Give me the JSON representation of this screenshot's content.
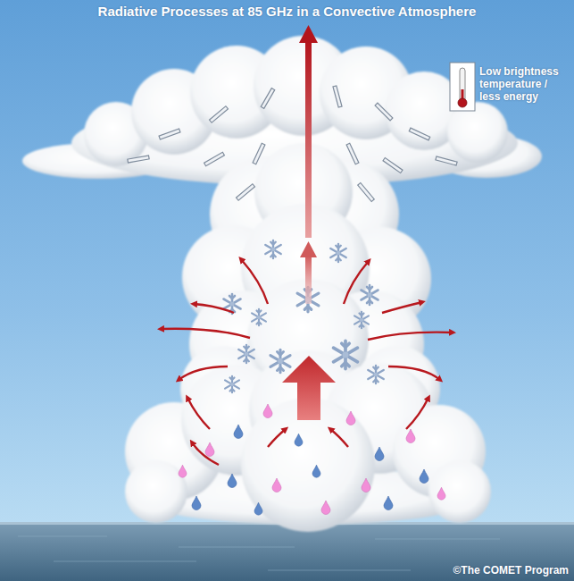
{
  "diagram": {
    "title": "Radiative Processes at 85 GHz in a Convective Atmosphere",
    "labels": [
      "Low brightness temperature / less energy",
      "©The COMET Program"
    ]
  }
}
